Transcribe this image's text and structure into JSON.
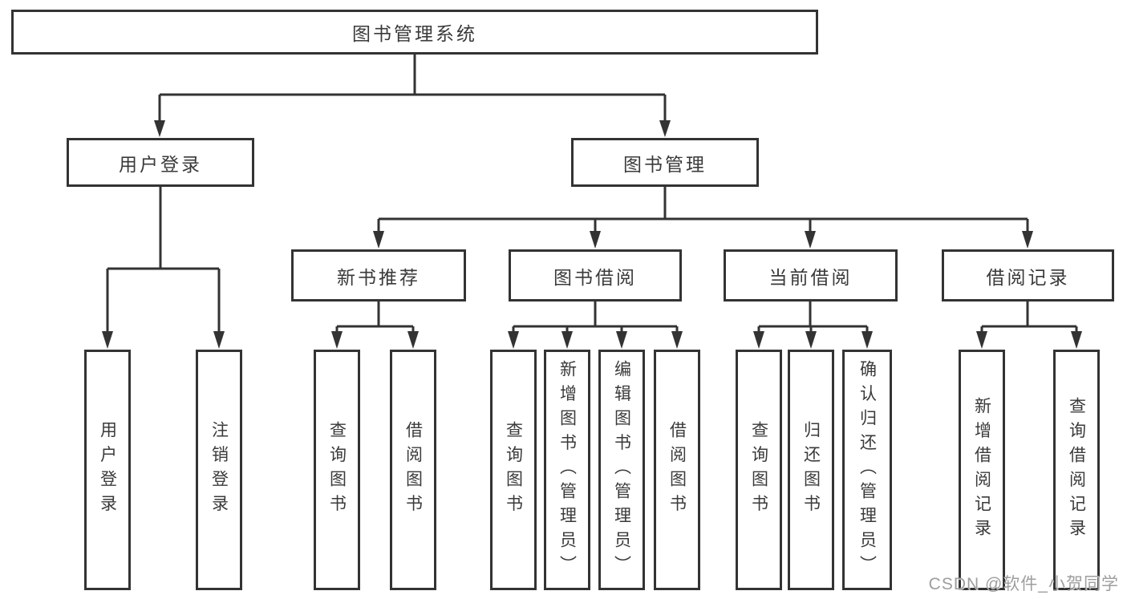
{
  "diagram": {
    "root": {
      "label": "图书管理系统"
    },
    "level2": {
      "user_login": {
        "label": "用户登录"
      },
      "book_mgmt": {
        "label": "图书管理"
      }
    },
    "level3": {
      "new_books": {
        "label": "新书推荐"
      },
      "book_borrow": {
        "label": "图书借阅"
      },
      "current_borrow": {
        "label": "当前借阅"
      },
      "borrow_records": {
        "label": "借阅记录"
      }
    },
    "leaves": {
      "user_login": [
        "用户登录",
        "注销登录"
      ],
      "new_books": [
        "查询图书",
        "借阅图书"
      ],
      "book_borrow": [
        "查询图书",
        "新增图书（管理员）",
        "编辑图书（管理员）",
        "借阅图书"
      ],
      "current_borrow": [
        "查询图书",
        "归还图书",
        "确认归还（管理员）"
      ],
      "borrow_records": [
        "新增借阅记录",
        "查询借阅记录"
      ]
    }
  },
  "watermark": {
    "text": "CSDN @软件_小贺同学"
  },
  "colors": {
    "line": "#333333",
    "box_border": "#333333",
    "box_fill": "#ffffff",
    "text": "#3a3a3a",
    "watermark": "#9e9e9e",
    "background": "#ffffff"
  }
}
